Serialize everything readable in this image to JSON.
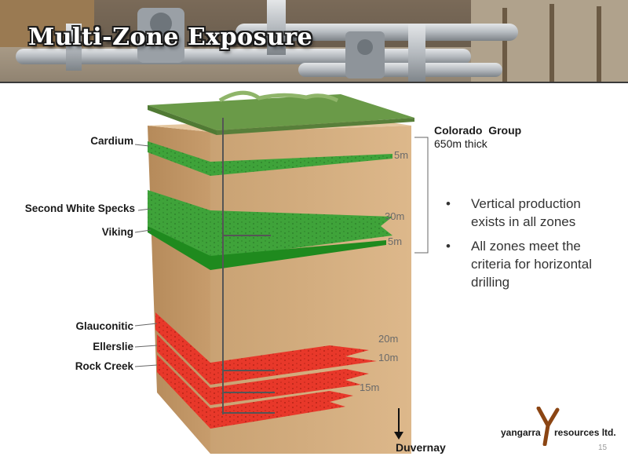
{
  "slide": {
    "title": "Multi-Zone Exposure",
    "page_number": "15"
  },
  "zones": [
    {
      "name": "Cardium"
    },
    {
      "name": "Second White Specks"
    },
    {
      "name": "Viking"
    },
    {
      "name": "Glauconitic"
    },
    {
      "name": "Ellerslie"
    },
    {
      "name": "Rock Creek"
    }
  ],
  "thickness_labels": [
    "5m",
    "30m",
    "5m",
    "20m",
    "10m",
    "15m"
  ],
  "colorado_group": {
    "name": "Colorado  Group",
    "thickness": "650m thick"
  },
  "bullets": [
    "Vertical production exists in all zones",
    "All zones meet the criteria for horizontal drilling"
  ],
  "duvernay_label": "Duvernay",
  "logo": {
    "text_left": "yangarra",
    "text_right": "resources ltd.",
    "accent_color": "#8b4513"
  },
  "colors": {
    "green_zone": "#3fa33a",
    "red_zone": "#e8382a",
    "rock": "#d9b486"
  }
}
